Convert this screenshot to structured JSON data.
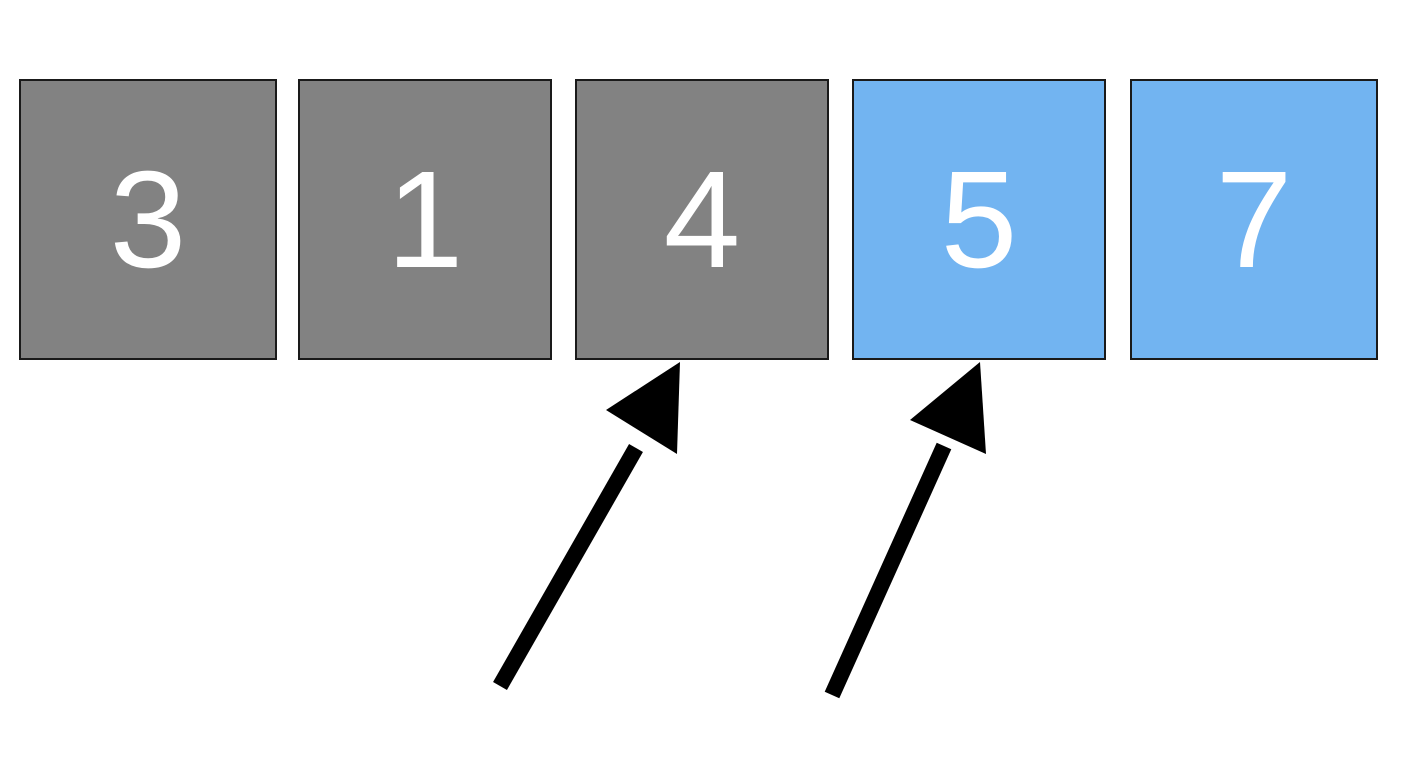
{
  "colors": {
    "unsorted": "#828282",
    "sorted": "#72b4f1",
    "arrow": "#000000"
  },
  "cells": [
    {
      "value": "3",
      "state": "unsorted"
    },
    {
      "value": "1",
      "state": "unsorted"
    },
    {
      "value": "4",
      "state": "unsorted"
    },
    {
      "value": "5",
      "state": "sorted"
    },
    {
      "value": "7",
      "state": "sorted"
    }
  ],
  "pointers": [
    {
      "target_index": 2,
      "icon": "arrow-up-right-icon"
    },
    {
      "target_index": 3,
      "icon": "arrow-up-right-icon"
    }
  ]
}
